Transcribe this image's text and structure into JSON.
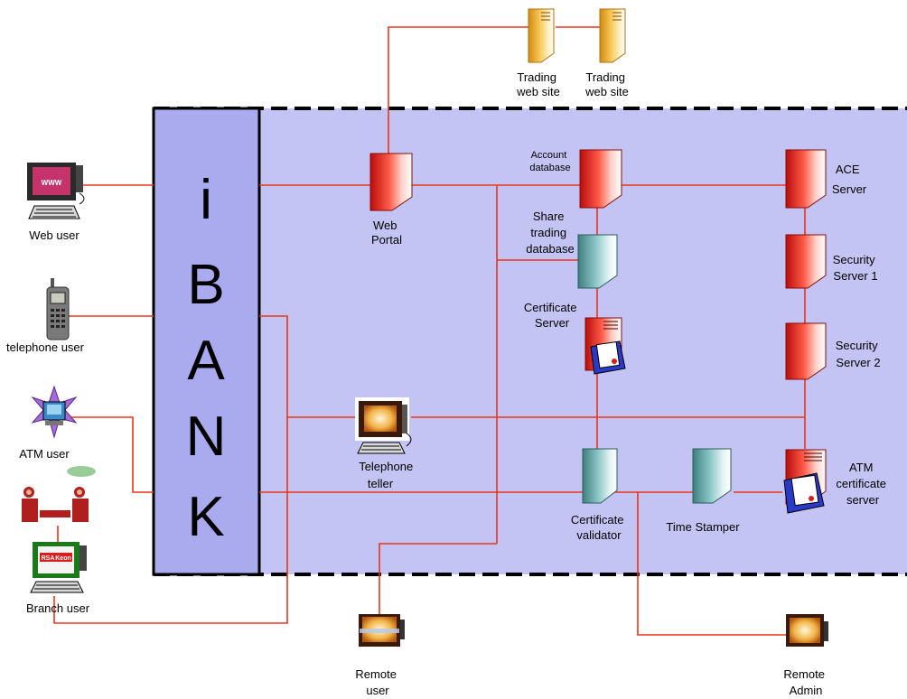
{
  "bank_letters": [
    "i",
    "B",
    "A",
    "N",
    "K"
  ],
  "labels": {
    "trading_site_1": [
      "Trading",
      "web site"
    ],
    "trading_site_2": [
      "Trading",
      "web site"
    ],
    "web_user": [
      "Web user"
    ],
    "telephone_user": [
      "telephone user"
    ],
    "atm_user": [
      "ATM user"
    ],
    "branch_user": [
      "Branch user"
    ],
    "web_portal": [
      "Web",
      "Portal"
    ],
    "account_database": [
      "Account",
      "database"
    ],
    "ace_server": [
      "ACE",
      "Server"
    ],
    "share_trading_database": [
      "Share",
      "trading",
      "database"
    ],
    "security_server_1": [
      "Security",
      "Server 1"
    ],
    "certificate_server": [
      "Certificate",
      "Server"
    ],
    "security_server_2": [
      "Security",
      "Server 2"
    ],
    "telephone_teller": [
      "Telephone",
      "teller"
    ],
    "certificate_validator": [
      "Certificate",
      "validator"
    ],
    "time_stamper": [
      "Time Stamper"
    ],
    "atm_certificate_server": [
      "ATM",
      "certificate",
      "server"
    ],
    "remote_user": [
      "Remote",
      "user"
    ],
    "remote_admin": [
      "Remote",
      "Admin"
    ]
  },
  "icon_text": {
    "www": "WWW",
    "branch_screen_left": "RSA",
    "branch_screen_right": "Keon"
  },
  "colors": {
    "zone_fill": "#c4c4f4",
    "bank_fill": "#aaaaee",
    "wire": "#e8361a",
    "server_red": "#e8281c",
    "server_teal": "#7fb6b6",
    "server_yellow": "#f2c23a"
  }
}
